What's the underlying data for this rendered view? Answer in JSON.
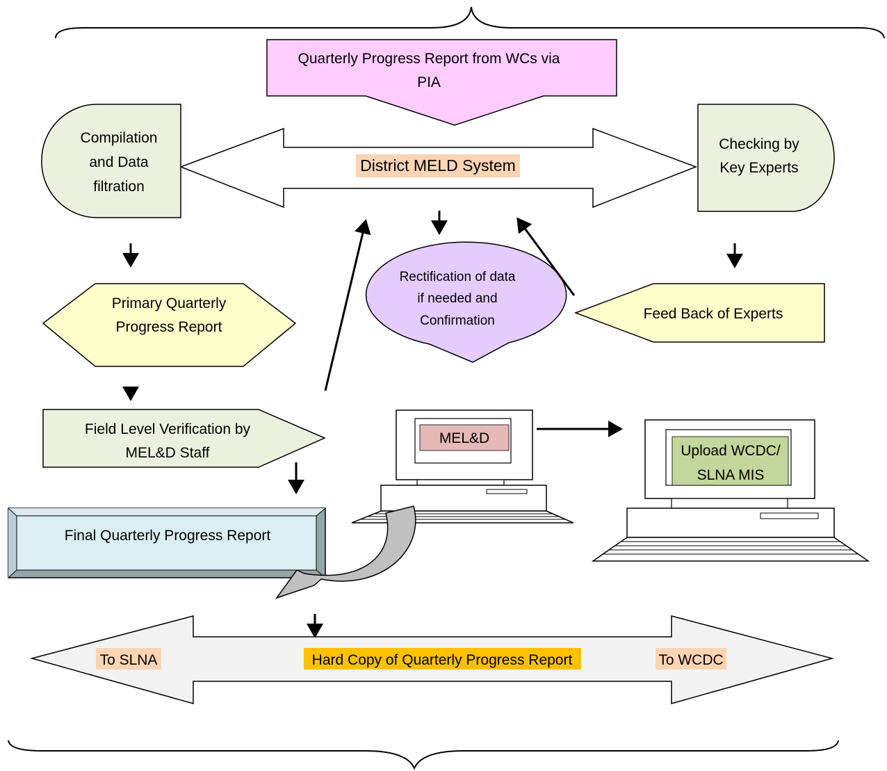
{
  "nodes": {
    "qpr_from_wcs": {
      "line1": "Quarterly Progress Report from WCs via",
      "line2": "PIA"
    },
    "district_meld": {
      "label": "District MELD System"
    },
    "compilation": {
      "line1": "Compilation",
      "line2": "and Data",
      "line3": "filtration"
    },
    "checking": {
      "line1": "Checking by",
      "line2": "Key Experts"
    },
    "primary_qpr": {
      "line1": "Primary Quarterly",
      "line2": "Progress Report"
    },
    "rectification": {
      "line1": "Rectification of data",
      "line2": "if needed and",
      "line3": "Confirmation"
    },
    "feedback": {
      "label": "Feed Back of Experts"
    },
    "field_verification": {
      "line1": "Field Level Verification by",
      "line2": "MEL&D Staff"
    },
    "meld_computer": {
      "label": "MEL&D"
    },
    "upload_computer": {
      "line1": "Upload WCDC/",
      "line2": "SLNA MIS"
    },
    "final_qpr": {
      "label": "Final Quarterly Progress Report"
    },
    "distribution": {
      "left": "To SLNA",
      "center": "Hard Copy of Quarterly Progress Report",
      "right": "To WCDC"
    }
  },
  "colors": {
    "magenta_box": "#ffccff",
    "green_box": "#ebf1de",
    "yellow_box": "#ffffcc",
    "lavender_box": "#e5ccff",
    "final_box": "#daeef3",
    "final_bevel_dark": "#95a5a6",
    "peach_highlight": "#fbd4b4",
    "orange_highlight": "#ffc000",
    "meld_screen": "#e6b9b8",
    "upload_screen": "#c3d69b",
    "arrow_fill": "#f2f2f2",
    "page_curl": "#c0c0c0"
  }
}
